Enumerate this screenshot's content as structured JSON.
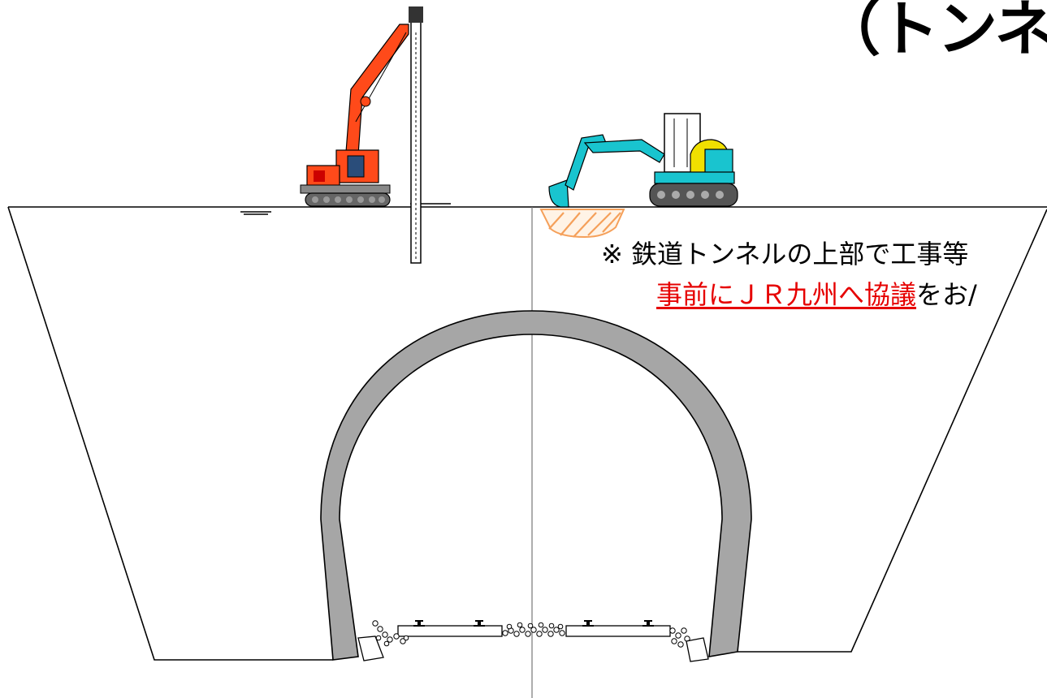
{
  "title": "（トンネ/",
  "note": {
    "line1": "※ 鉄道トンネルの上部で工事等",
    "line2_highlight": "事前にＪＲ九州へ協議",
    "line2_rest": "をお/"
  },
  "colors": {
    "crane": "#ff4a1a",
    "excavator": "#19c4cf",
    "tunnel_lining": "#a6a6a6",
    "excavation_hatch": "#f5a05a",
    "highlight_text": "#e60000"
  },
  "icons": {
    "crane": "pile-driver-crane-icon",
    "excavator": "excavator-icon"
  }
}
